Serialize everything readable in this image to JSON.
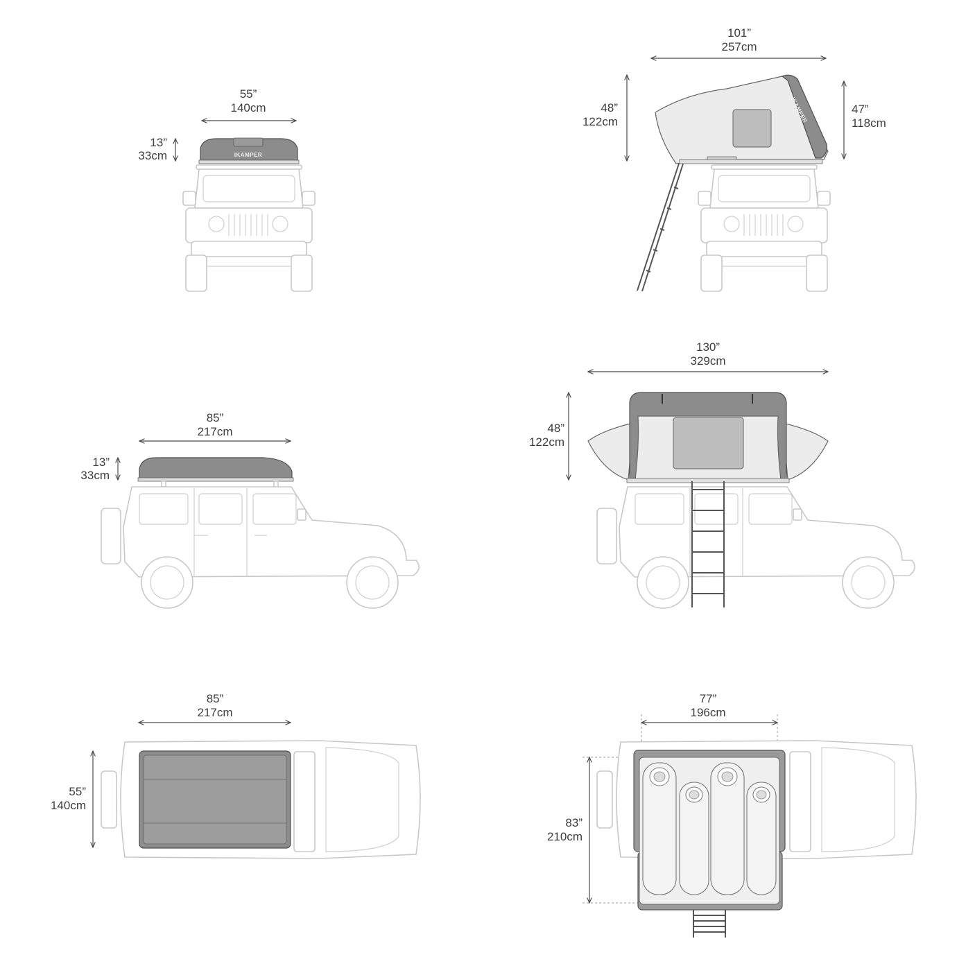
{
  "brand": "IKAMPER",
  "colors": {
    "line": "#4a4a4a",
    "vehicle_outline": "#c8c8c8",
    "tent_shell": "#8c8c8c",
    "tent_fabric": "#ececec"
  },
  "panels": {
    "front_closed": {
      "width": {
        "in": "55”",
        "cm": "140cm"
      },
      "height": {
        "in": "13”",
        "cm": "33cm"
      }
    },
    "front_open": {
      "width": {
        "in": "101”",
        "cm": "257cm"
      },
      "height_left": {
        "in": "48”",
        "cm": "122cm"
      },
      "height_right": {
        "in": "47”",
        "cm": "118cm"
      }
    },
    "side_closed": {
      "length": {
        "in": "85”",
        "cm": "217cm"
      },
      "height": {
        "in": "13”",
        "cm": "33cm"
      }
    },
    "side_open": {
      "length": {
        "in": "130”",
        "cm": "329cm"
      },
      "height": {
        "in": "48”",
        "cm": "122cm"
      }
    },
    "top_closed": {
      "length": {
        "in": "85”",
        "cm": "217cm"
      },
      "width": {
        "in": "55”",
        "cm": "140cm"
      }
    },
    "top_open": {
      "width": {
        "in": "77”",
        "cm": "196cm"
      },
      "length": {
        "in": "83”",
        "cm": "210cm"
      }
    }
  }
}
